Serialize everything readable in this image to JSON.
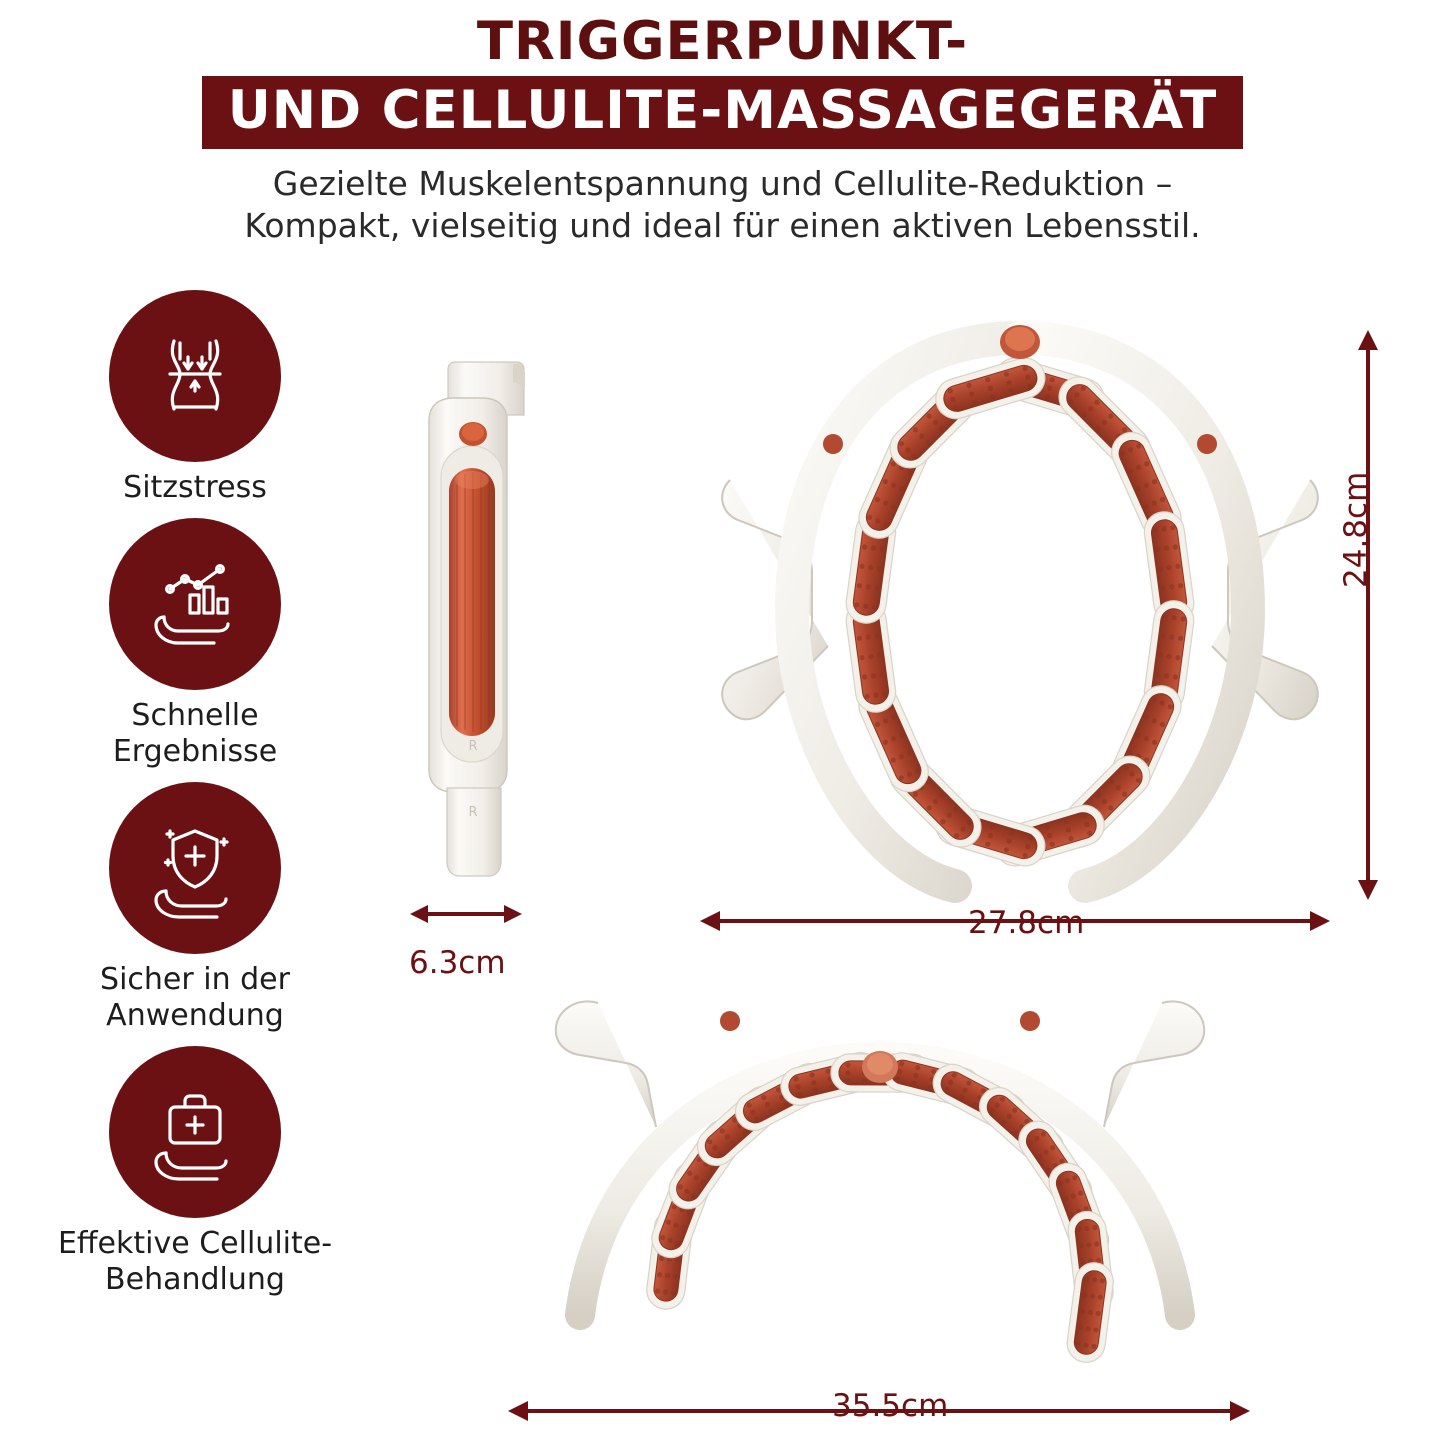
{
  "header": {
    "title_line_1": "TRIGGERPUNKT-",
    "title_line_2": "UND CELLULITE-MASSAGEGERÄT",
    "subtitle": "Gezielte Muskelentspannung und Cellulite-Reduktion – Kompakt, vielseitig und ideal für einen aktiven Lebensstil.",
    "highlight_color": "#6b1113",
    "title_color": "#5e0f10"
  },
  "features": [
    {
      "icon": "body-slimming-icon",
      "label": "Sitzstress"
    },
    {
      "icon": "chart-in-hand-icon",
      "label": "Schnelle\nErgebnisse"
    },
    {
      "icon": "shield-medical-hand-icon",
      "label": "Sicher in der\nAnwendung"
    },
    {
      "icon": "medical-kit-hand-icon",
      "label": "Effektive Cellulite-\nBehandlung"
    }
  ],
  "products": {
    "stick": {
      "name": "handheld-massage-stick"
    },
    "ring_oval": {
      "name": "oval-massage-ring"
    },
    "ring_open": {
      "name": "open-massage-ring"
    }
  },
  "dimensions": {
    "stick_width": "6.3cm",
    "ring_width": "27.8cm",
    "ring_height": "24.8cm",
    "ring_open_width": "35.5cm"
  },
  "colors": {
    "accent_dark_red": "#6b1113",
    "roller_red": "#b4452f",
    "shell_white": "#f4f2ee",
    "text_dark": "#1d1d1d"
  }
}
